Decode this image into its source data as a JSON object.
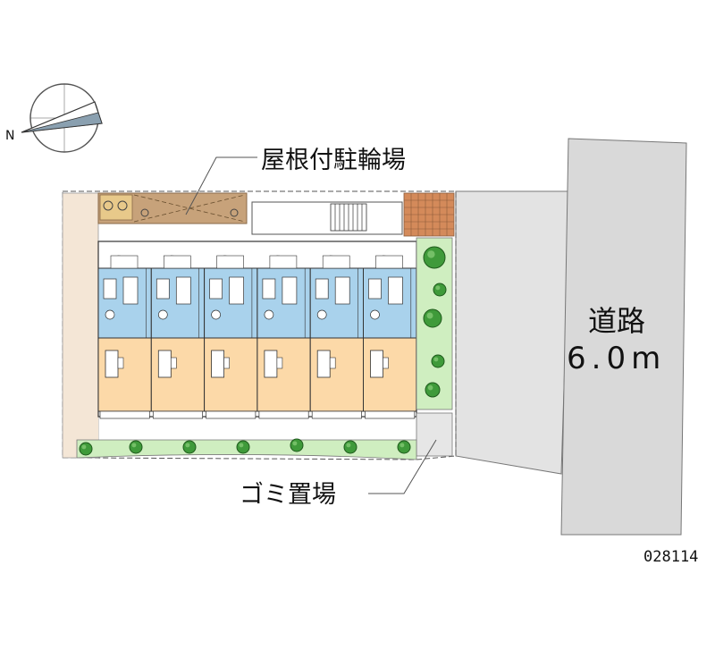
{
  "labels": {
    "bike_parking": "屋根付駐輪場",
    "road_name": "道路",
    "road_width": "6.0m",
    "garbage": "ゴミ置場",
    "compass_north": "N",
    "property_code": "028114"
  },
  "colors": {
    "road": "#d9d9d9",
    "parking_lot": "#e3e3e3",
    "walkway": "#f4e6d6",
    "room_floor": "#fcd9a8",
    "wet_area": "#a9d2ec",
    "garden": "#cfeec0",
    "tree": "#3f9a3a",
    "roof": "#c7a27a",
    "brick": "#d48a5a"
  },
  "units": {
    "count": 6
  }
}
